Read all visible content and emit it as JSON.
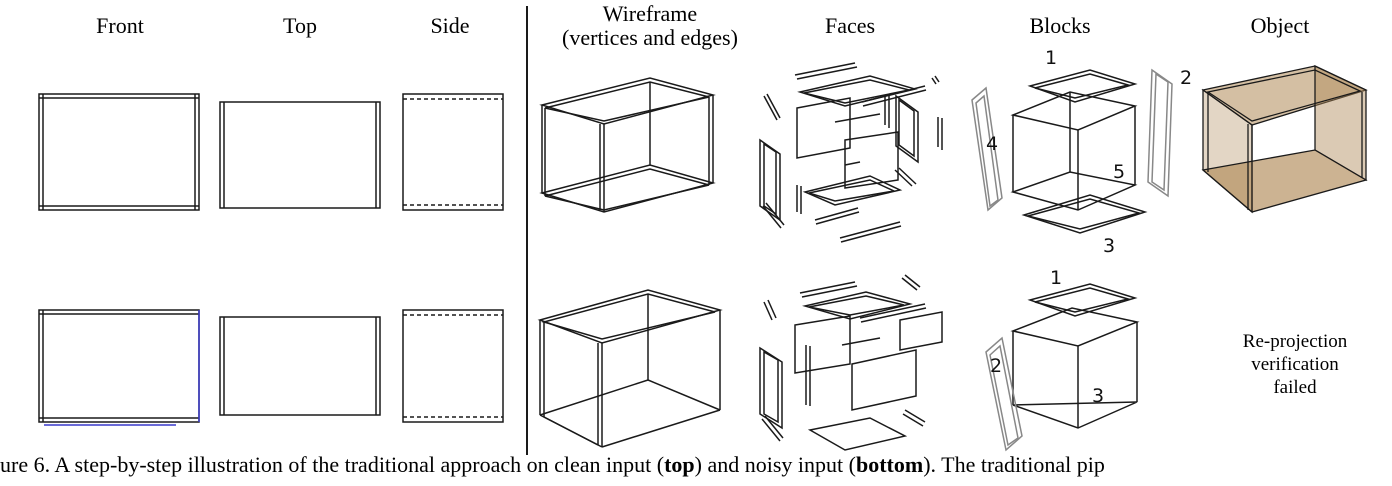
{
  "headers": {
    "front": "Front",
    "top": "Top",
    "side": "Side",
    "wireframe_line1": "Wireframe",
    "wireframe_line2": "(vertices and edges)",
    "faces": "Faces",
    "blocks": "Blocks",
    "object": "Object"
  },
  "blocks_top": {
    "b1": "1",
    "b2": "2",
    "b3": "3",
    "b4": "4",
    "b5": "5"
  },
  "blocks_bottom": {
    "b1": "1",
    "b2": "2",
    "b3": "3"
  },
  "failure_message": [
    "Re-projection",
    "verification",
    "failed"
  ],
  "caption": {
    "prefix": "ure 6. A step-by-step illustration of the traditional approach on clean input (",
    "bold1": "top",
    "middle": ") and noisy input (",
    "bold2": "bottom",
    "suffix": "). The traditional pip"
  },
  "colors": {
    "line": "#1a1a1a",
    "noise": "#3a3acc",
    "object_fill": "#b08a58"
  }
}
